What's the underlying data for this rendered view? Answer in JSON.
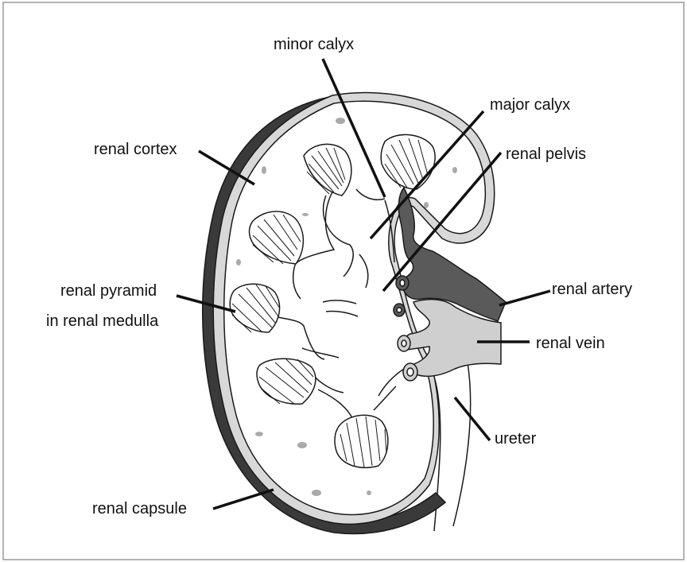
{
  "diagram": {
    "labels": {
      "minor_calyx": "minor calyx",
      "major_calyx": "major calyx",
      "renal_cortex": "renal cortex",
      "renal_pelvis": "renal pelvis",
      "renal_pyramid_line1": "renal pyramid",
      "renal_pyramid_line2": "in renal medulla",
      "renal_artery": "renal artery",
      "renal_vein": "renal vein",
      "ureter": "ureter",
      "renal_capsule": "renal capsule"
    },
    "colors": {
      "capsule": "#3a3a3a",
      "artery": "#5a5a5a",
      "vein": "#cfcfcf",
      "outline": "#1a1a1a",
      "border": "#9a9a9a"
    }
  }
}
